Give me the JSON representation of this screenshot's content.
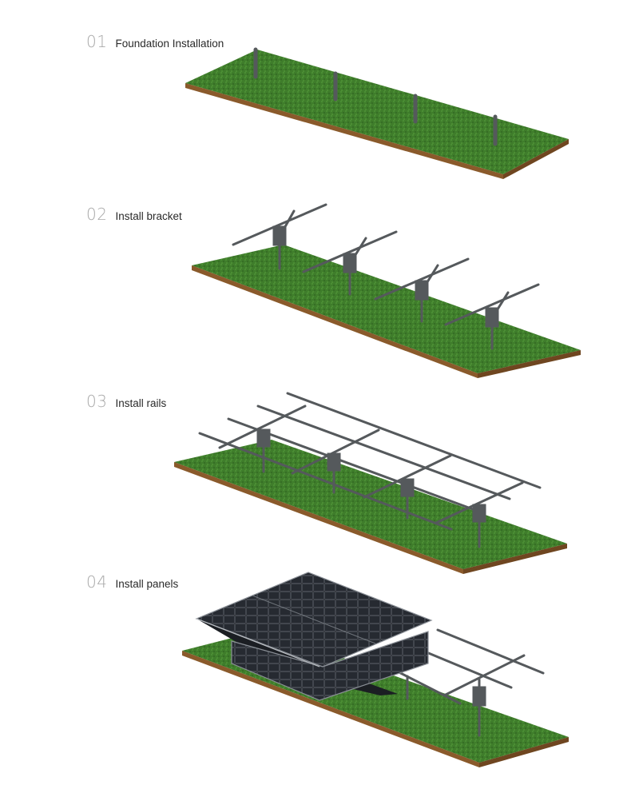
{
  "steps": [
    {
      "number": "01",
      "title": "Foundation Installation"
    },
    {
      "number": "02",
      "title": "Install bracket"
    },
    {
      "number": "03",
      "title": "Install rails"
    },
    {
      "number": "04",
      "title": "Install panels"
    }
  ],
  "colors": {
    "grass": "#3f7d2b",
    "grass_dark": "#2f6420",
    "soil": "#8a5a2b",
    "steel": "#55595c"
  }
}
